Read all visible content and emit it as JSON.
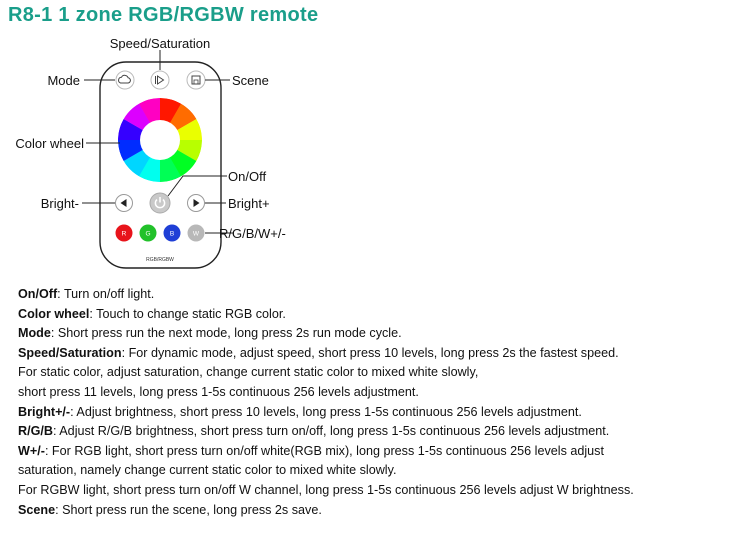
{
  "title": "R8-1  1 zone RGB/RGBW remote",
  "labels": {
    "speed_saturation": "Speed/Saturation",
    "mode": "Mode",
    "scene": "Scene",
    "color_wheel": "Color wheel",
    "on_off": "On/Off",
    "bright_minus": "Bright-",
    "bright_plus": "Bright+",
    "rgbw": "R/G/B/W+/-"
  },
  "remote": {
    "buttons": {
      "r": "R",
      "g": "G",
      "b": "B",
      "w": "W"
    },
    "model_text": "RGB/RGBW",
    "colors": {
      "r": "#e8141b",
      "g": "#22c12a",
      "b": "#1f3fd6",
      "w": "#b8b8b8"
    }
  },
  "descriptions": [
    {
      "term": "On/Off",
      "text": ": Turn on/off light."
    },
    {
      "term": "Color wheel",
      "text": ": Touch to change static RGB color."
    },
    {
      "term": "Mode",
      "text": ": Short press run the next mode, long press 2s run mode cycle."
    },
    {
      "term": "Speed/Saturation",
      "text": ": For dynamic mode, adjust speed, short press 10 levels, long press 2s the fastest speed."
    },
    {
      "term": "",
      "text": "For static color, adjust saturation, change current static color to mixed white slowly,"
    },
    {
      "term": "",
      "text": "short press 11 levels, long press 1-5s continuous 256 levels adjustment."
    },
    {
      "term": "Bright+/-",
      "text": ": Adjust brightness, short press 10 levels, long press 1-5s continuous 256 levels adjustment."
    },
    {
      "term": "R/G/B",
      "text": ": Adjust R/G/B brightness, short press turn on/off, long press 1-5s continuous 256 levels adjustment."
    },
    {
      "term": "W+/-",
      "text": ": For RGB light, short press turn on/off white(RGB mix), long press 1-5s continuous 256 levels adjust"
    },
    {
      "term": "",
      "text": "saturation, namely change current static color to mixed white slowly."
    },
    {
      "term": "",
      "text": "For RGBW light, short press turn on/off W channel, long press 1-5s continuous 256 levels adjust W brightness."
    },
    {
      "term": "Scene",
      "text": ": Short press run the scene, long press 2s save."
    }
  ]
}
